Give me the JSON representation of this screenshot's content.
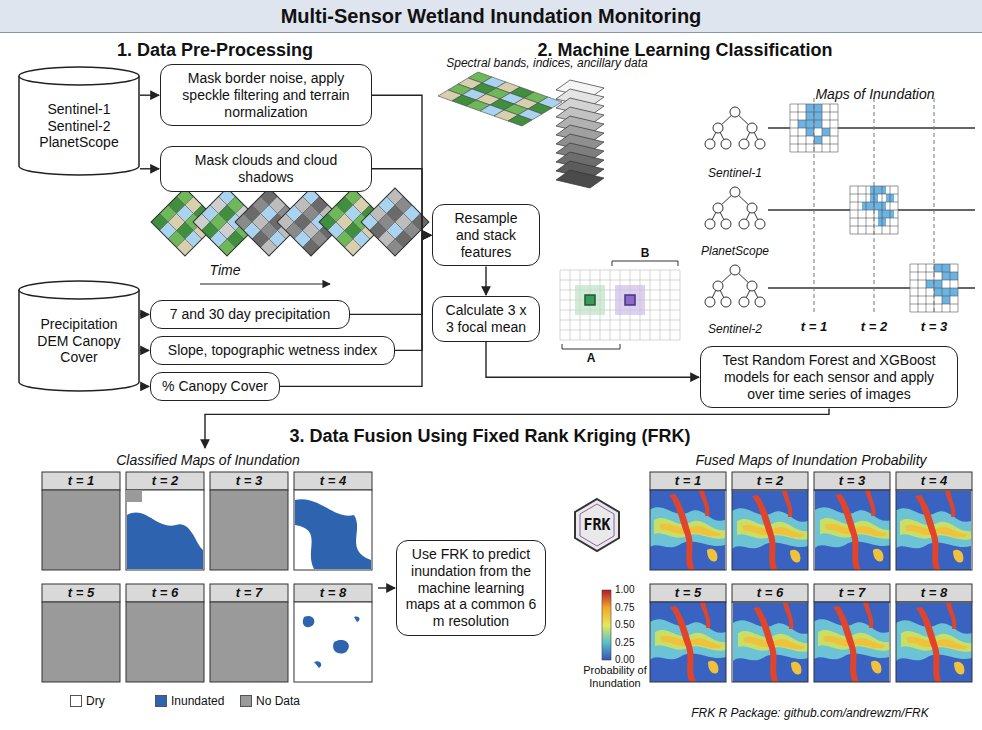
{
  "diagram": {
    "title": "Multi-Sensor Wetland Inundation Monitoring",
    "nodes": [
      {
        "text": [
          "Sentinel-1 Sentinel-2 PlanetScope"
        ]
      },
      {
        "text": [
          "Mask border noise, apply speckle filtering and terrain normalization"
        ]
      },
      {
        "text": [
          "Mask clouds and cloud shadows"
        ]
      },
      {
        "text": [
          "Precipitation DEM Canopy Cover"
        ]
      },
      {
        "text": [
          "7 and 30 day precipitation"
        ]
      },
      {
        "text": [
          "Slope, topographic wetness index"
        ]
      },
      {
        "text": [
          "% Canopy Cover"
        ]
      },
      {
        "text": [
          "Resample and stack features"
        ]
      },
      {
        "text": [
          "Calculate 3 x 3 focal mean"
        ]
      },
      {
        "text": [
          "Test Random Forest and XGBoost models for each sensor and apply over time series of images"
        ]
      },
      {
        "text": [
          "Use FRK to predict inundation from the machine learning maps at a common 6 m resolution"
        ]
      }
    ],
    "edges": [
      {
        "from": 0,
        "to": 1,
        "arrow": "to"
      },
      {
        "from": 0,
        "to": 2,
        "arrow": "to"
      },
      {
        "from": 3,
        "to": 4,
        "arrow": "to"
      },
      {
        "from": 3,
        "to": 5,
        "arrow": "to"
      },
      {
        "from": 3,
        "to": 6,
        "arrow": "to"
      },
      {
        "from": 1,
        "to": 7,
        "arrow": "to"
      },
      {
        "from": 2,
        "to": 7,
        "arrow": "to"
      },
      {
        "from": 4,
        "to": 7,
        "arrow": "to"
      },
      {
        "from": 5,
        "to": 7,
        "arrow": "to"
      },
      {
        "from": 6,
        "to": 7,
        "arrow": "to"
      },
      {
        "from": 7,
        "to": 8,
        "arrow": "to"
      },
      {
        "from": 8,
        "to": 9,
        "arrow": "to"
      }
    ],
    "labels": [
      "1. Data Pre-Processing",
      "2. Machine Learning Classification",
      "Time",
      "Spectral bands, indices, ancillary data",
      "Maps of Inundation",
      "Sentinel-1",
      "PlanetScope",
      "Sentinel-2",
      "t = 1",
      "t = 2",
      "t = 3",
      "A",
      "B",
      "3. Data Fusion Using Fixed Rank Kriging (FRK)",
      "Classified Maps of Inundation",
      "t = 1",
      "t = 2",
      "t = 3",
      "t = 4",
      "t = 5",
      "t = 6",
      "t = 7",
      "t = 8",
      "Fused Maps of Inundation Probability",
      "FRK",
      "1.00",
      "0.75",
      "0.50",
      "0.25",
      "0.00",
      "Probability of Inundation",
      "t = 1",
      "t = 2",
      "t = 3",
      "t = 4",
      "t = 5",
      "t = 6",
      "t = 7",
      "t = 8",
      "FRK R Package: github.com/andrewzm/FRK"
    ],
    "legend": [
      {
        "text": "Dry",
        "color": "#ffffff"
      },
      {
        "text": "Inundated",
        "color": "#2e63b0"
      },
      {
        "text": "No Data",
        "color": "#9a9a9a"
      }
    ]
  }
}
